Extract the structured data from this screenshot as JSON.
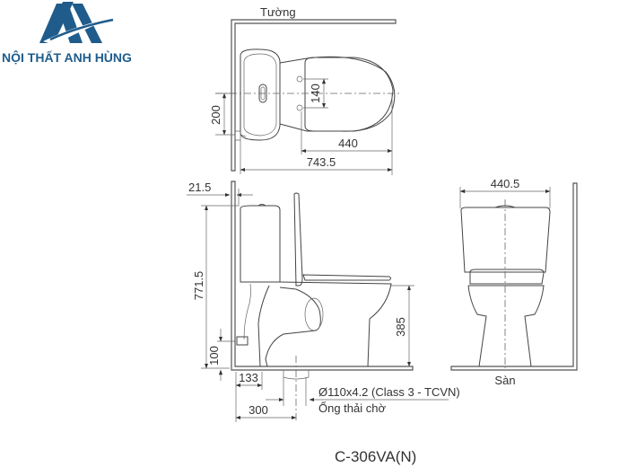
{
  "brand": {
    "name": "NỘI THẤT ANH HÙNG",
    "logo_icon": "ah-triangle-logo-icon",
    "color": "#1f5c8c"
  },
  "top_view": {
    "wall_label": "Tường",
    "dims": {
      "seat_bolt_spacing": "140",
      "bowl_length": "440",
      "overall_depth": "743.5",
      "supply_offset": "200"
    }
  },
  "side_view": {
    "dims": {
      "wall_gap": "21.5",
      "overall_height": "771.5",
      "supply_height": "100",
      "bowl_height": "385",
      "supply_from_wall": "133",
      "drain_from_wall": "300"
    },
    "drain_spec": "Ø110x4.2 (Class 3 - TCVN)",
    "drain_label": "Ống thải chờ"
  },
  "front_view": {
    "dims": {
      "width": "440.5"
    },
    "floor_label": "Sàn"
  },
  "model": "C-306VA(N)",
  "colors": {
    "line": "#444444",
    "text": "#333333"
  }
}
